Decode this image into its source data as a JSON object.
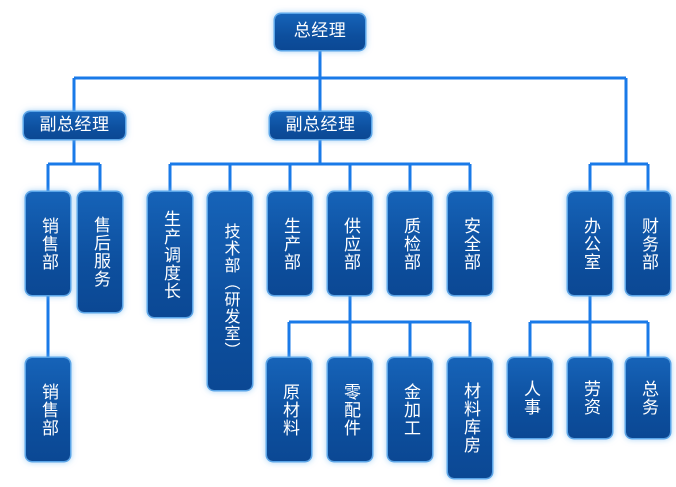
{
  "diagram": {
    "title": "组织结构图",
    "colors": {
      "node_fill": "#0d4f9e",
      "node_fill_light": "#1663b8",
      "node_border": "#5aa5e8",
      "connector": "#1a7ae8",
      "text": "#ffffff",
      "background": "#ffffff"
    },
    "nodes": {
      "gm": {
        "label": "总经理",
        "orientation": "horizontal"
      },
      "vgm_left": {
        "label": "副总经理",
        "orientation": "horizontal"
      },
      "vgm_mid": {
        "label": "副总经理",
        "orientation": "horizontal"
      },
      "sales_dept": {
        "label": "销售部",
        "orientation": "vertical"
      },
      "after_sales": {
        "label": "售后服务",
        "orientation": "vertical"
      },
      "sales_dept_sub": {
        "label": "销售部",
        "orientation": "vertical"
      },
      "prod_scheduler": {
        "label": "生产调度长",
        "orientation": "vertical"
      },
      "tech_dept": {
        "label": "技术部（研发室）",
        "orientation": "vertical"
      },
      "production_dept": {
        "label": "生产部",
        "orientation": "vertical"
      },
      "supply_dept": {
        "label": "供应部",
        "orientation": "vertical"
      },
      "qc_dept": {
        "label": "质检部",
        "orientation": "vertical"
      },
      "safety_dept": {
        "label": "安全部",
        "orientation": "vertical"
      },
      "office": {
        "label": "办公室",
        "orientation": "vertical"
      },
      "finance_dept": {
        "label": "财务部",
        "orientation": "vertical"
      },
      "raw_material": {
        "label": "原材料",
        "orientation": "vertical"
      },
      "spare_parts": {
        "label": "零配件",
        "orientation": "vertical"
      },
      "metal_processing": {
        "label": "金加工",
        "orientation": "vertical"
      },
      "material_warehouse": {
        "label": "材料库房",
        "orientation": "vertical"
      },
      "hr": {
        "label": "人事",
        "orientation": "vertical"
      },
      "labor_wages": {
        "label": "劳资",
        "orientation": "vertical"
      },
      "general_affairs": {
        "label": "总务",
        "orientation": "vertical"
      }
    },
    "hierarchy": [
      {
        "parent": "gm",
        "children": [
          "vgm_left",
          "vgm_mid",
          "office_finance_group"
        ]
      },
      {
        "parent": "vgm_left",
        "children": [
          "sales_dept",
          "after_sales"
        ]
      },
      {
        "parent": "sales_dept",
        "children": [
          "sales_dept_sub"
        ]
      },
      {
        "parent": "vgm_mid",
        "children": [
          "prod_scheduler",
          "tech_dept",
          "production_dept",
          "supply_dept",
          "qc_dept",
          "safety_dept"
        ]
      },
      {
        "parent": "supply_dept",
        "children": [
          "raw_material",
          "spare_parts",
          "metal_processing",
          "material_warehouse"
        ]
      },
      {
        "parent": "office_finance_group",
        "children": [
          "office",
          "finance_dept"
        ]
      },
      {
        "parent": "office",
        "children": [
          "hr",
          "labor_wages",
          "general_affairs"
        ]
      }
    ]
  }
}
